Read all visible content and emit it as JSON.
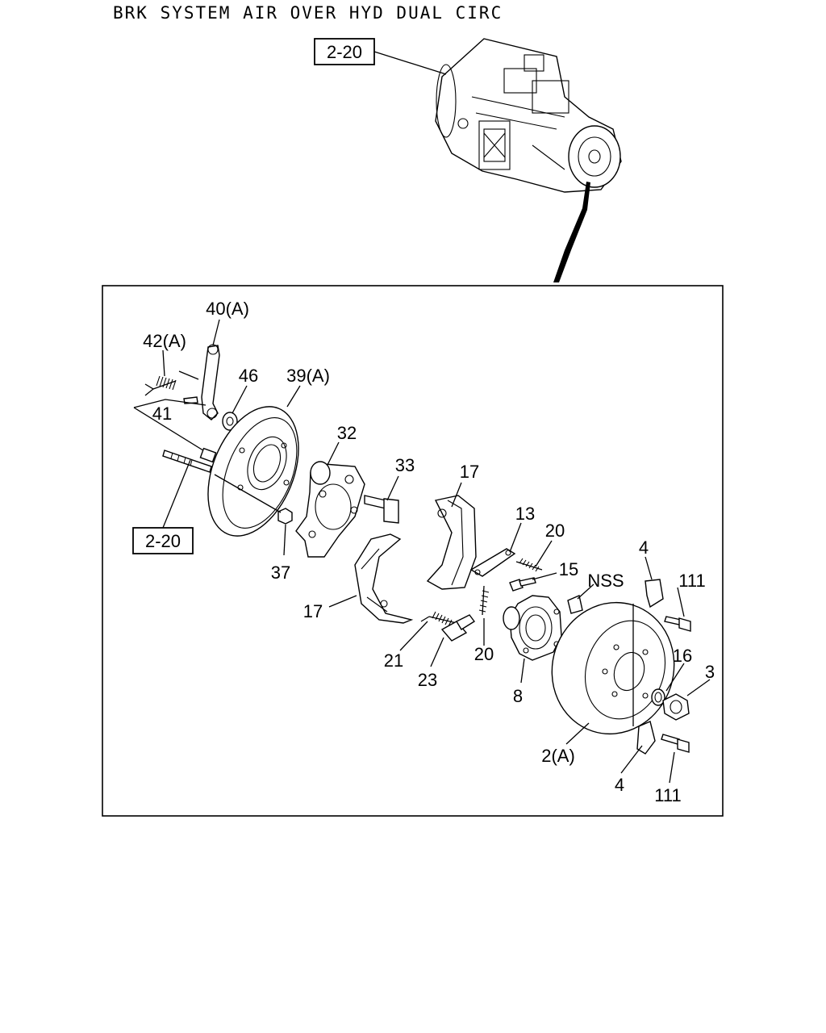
{
  "title": "BRK SYSTEM AIR OVER HYD DUAL CIRC",
  "ref_boxes": [
    {
      "id": "top",
      "text": "2-20"
    },
    {
      "id": "left",
      "text": "2-20"
    }
  ],
  "callouts": {
    "p40": "40(A)",
    "p42": "42(A)",
    "p46": "46",
    "p39": "39(A)",
    "p41": "41",
    "p32": "32",
    "p33": "33",
    "p17a": "17",
    "p13": "13",
    "p20a": "20",
    "p15": "15",
    "pnss": "NSS",
    "p4a": "4",
    "p111a": "111",
    "p37": "37",
    "p17b": "17",
    "p21": "21",
    "p23": "23",
    "p20b": "20",
    "p8": "8",
    "p16": "16",
    "p3": "3",
    "p2": "2(A)",
    "p4b": "4",
    "p111b": "111"
  }
}
